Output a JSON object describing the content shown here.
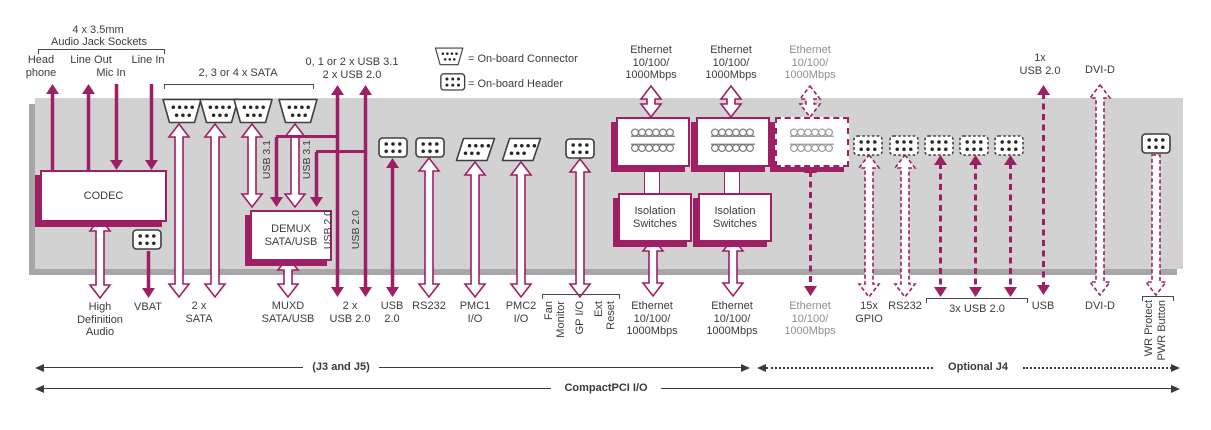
{
  "colors": {
    "accent": "#9e1f63",
    "band": "#d2d2d2",
    "band_shadow": "#a7a7a7",
    "text": "#3c3c3c",
    "muted": "#8f8f8f",
    "dim": "#3a3a3a"
  },
  "legend": {
    "connector": "= On-board Connector",
    "header": "= On-board Header"
  },
  "audio": {
    "bracket_line1": "4 x 3.5mm",
    "bracket_line2": "Audio Jack Sockets",
    "headphone": [
      "Head",
      "phone"
    ],
    "line_out": "Line Out",
    "mic_in": "Mic In",
    "line_in": "Line In",
    "codec": "CODEC",
    "hda": [
      "High",
      "Definition",
      "Audio"
    ],
    "vbat": "VBAT"
  },
  "sata": {
    "bracket": "2, 3 or 4 x SATA",
    "bottom": [
      "2 x",
      "SATA"
    ],
    "demux": [
      "DEMUX",
      "SATA/USB"
    ],
    "muxd": [
      "MUXD",
      "SATA/USB"
    ],
    "usb31": "USB 3.1",
    "usb20": "USB 2.0",
    "usb_top": [
      "0, 1 or 2 x USB 3.1",
      "2 x USB 2.0"
    ],
    "usb2_bottom": [
      "2 x",
      "USB 2.0"
    ]
  },
  "mid": {
    "usb20": [
      "USB",
      "2.0"
    ],
    "rs232": "RS232",
    "pmc1": [
      "PMC1",
      "I/O"
    ],
    "pmc2": [
      "PMC2",
      "I/O"
    ],
    "fan": "Fan",
    "monitor": "Monitor",
    "gpio": "GP I/O",
    "ext": "Ext",
    "reset": "Reset"
  },
  "eth": {
    "label": [
      "Ethernet",
      "10/100/",
      "1000Mbps"
    ],
    "isolation": [
      "Isolation",
      "Switches"
    ]
  },
  "right": {
    "gpio": [
      "15x",
      "GPIO"
    ],
    "rs232": "RS232",
    "usb3x": "3x USB 2.0",
    "usb1x": [
      "1x",
      "USB 2.0"
    ],
    "usb": "USB",
    "dvid": "DVI-D",
    "wr": "WR Protect",
    "pwr": "PWR Button"
  },
  "footer": {
    "j3j5": "(J3 and J5)",
    "optional_j4": "Optional J4",
    "cpci": "CompactPCI I/O"
  }
}
